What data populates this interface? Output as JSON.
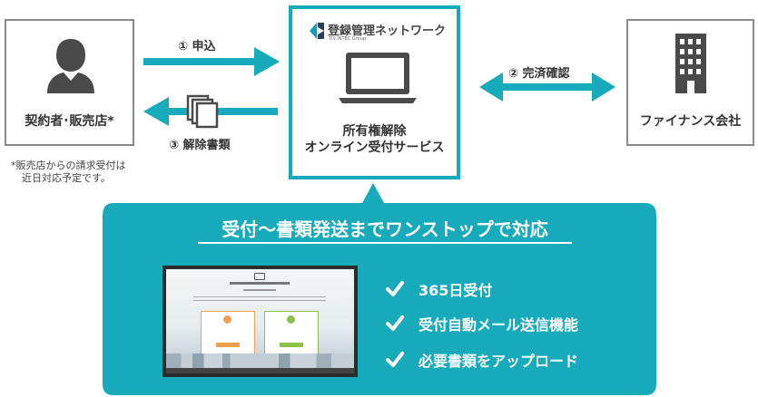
{
  "contractor": {
    "label": "契約者･販売店*"
  },
  "note": {
    "lines": [
      "*販売店からの請求受付は",
      "近日対応予定です。"
    ]
  },
  "service": {
    "logo_text": "登録管理ネットワーク",
    "logo_sub": "TIS INTEC Group",
    "name_lines": [
      "所有権解除",
      "オンライン受付サービス"
    ]
  },
  "finance": {
    "label": "ファイナンス会社"
  },
  "arrows": {
    "apply": "① 申込",
    "docs": "③ 解除書類",
    "confirm": "② 完済確認"
  },
  "banner": {
    "title": "受付～書類発送までワンストップで対応",
    "features": [
      "365日受付",
      "受付自動メール送信機能",
      "必要書類をアップロード"
    ]
  },
  "colors": {
    "teal": "#17aabb",
    "grey": "#8a8a8a",
    "icon": "#4a4a4a"
  }
}
